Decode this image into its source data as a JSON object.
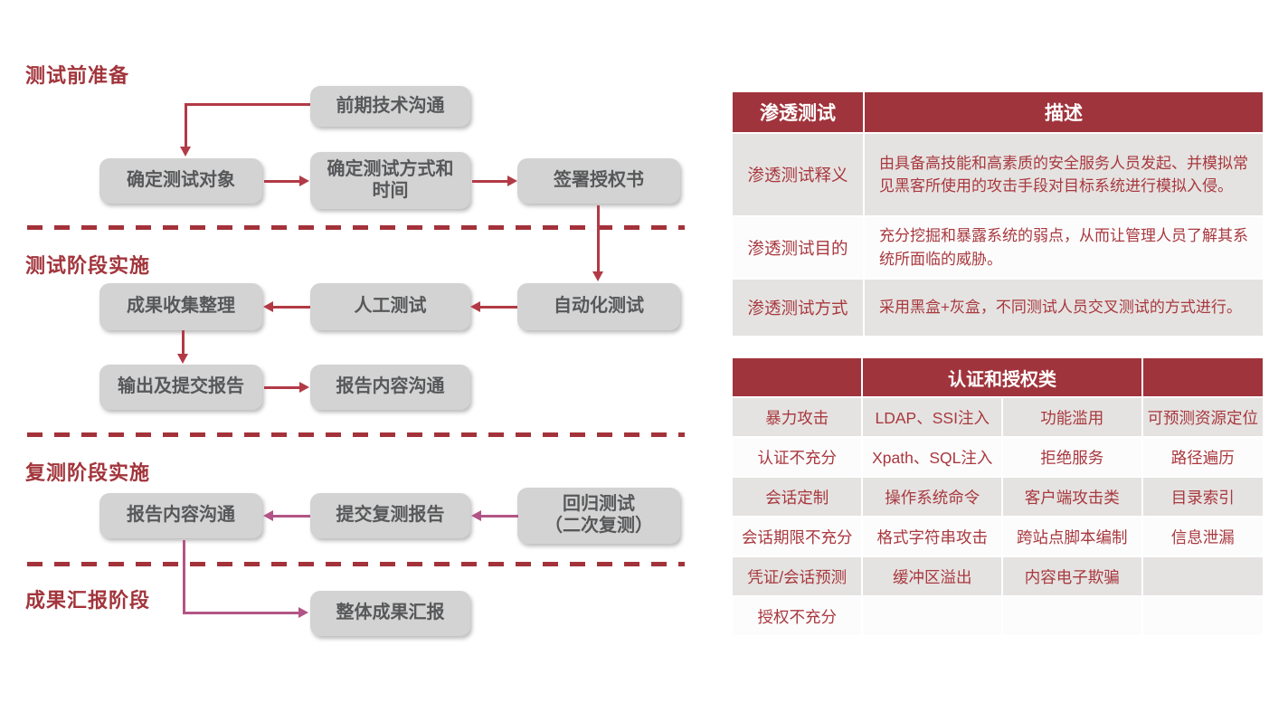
{
  "colors": {
    "header_red": "#a0343c",
    "heading_text_red": "#a2353c",
    "arrow_crimson": "#b23a46",
    "arrow_pink": "#b25586",
    "dash_red": "#a3323a",
    "box_gray": "#d3d3d3",
    "box_text_gray": "#57585a",
    "table_text_red": "#a8393f",
    "row_gray": "#e5e3e1",
    "row_white": "#fdfcfc"
  },
  "flow": {
    "sections": [
      "测试前准备",
      "测试阶段实施",
      "复测阶段实施",
      "成果汇报阶段"
    ],
    "nodes": [
      {
        "lines": [
          "前期技术沟通"
        ]
      },
      {
        "lines": [
          "确定测试对象"
        ]
      },
      {
        "lines": [
          "确定测试方式和",
          "时间"
        ]
      },
      {
        "lines": [
          "签署授权书"
        ]
      },
      {
        "lines": [
          "成果收集整理"
        ]
      },
      {
        "lines": [
          "人工测试"
        ]
      },
      {
        "lines": [
          "自动化测试"
        ]
      },
      {
        "lines": [
          "输出及提交报告"
        ]
      },
      {
        "lines": [
          "报告内容沟通"
        ]
      },
      {
        "lines": [
          "报告内容沟通"
        ]
      },
      {
        "lines": [
          "提交复测报告"
        ]
      },
      {
        "lines": [
          "回归测试",
          "（二次复测）"
        ]
      },
      {
        "lines": [
          "整体成果汇报"
        ]
      }
    ]
  },
  "table1": {
    "header": [
      "渗透测试",
      "描述"
    ],
    "rows": [
      {
        "label": "渗透测试释义",
        "desc": "由具备高技能和高素质的安全服务人员发起、并模拟常见黑客所使用的攻击手段对目标系统进行模拟入侵。"
      },
      {
        "label": "渗透测试目的",
        "desc": "充分挖掘和暴露系统的弱点，从而让管理人员了解其系统所面临的威胁。"
      },
      {
        "label": "渗透测试方式",
        "desc": "采用黑盒+灰盒，不同测试人员交叉测试的方式进行。"
      }
    ]
  },
  "table2": {
    "header_title": "认证和授权类",
    "rows": [
      [
        "暴力攻击",
        "LDAP、SSI注入",
        "功能滥用",
        "可预测资源定位"
      ],
      [
        "认证不充分",
        "Xpath、SQL注入",
        "拒绝服务",
        "路径遍历"
      ],
      [
        "会话定制",
        "操作系统命令",
        "客户端攻击类",
        "目录索引"
      ],
      [
        "会话期限不充分",
        "格式字符串攻击",
        "跨站点脚本编制",
        "信息泄漏"
      ],
      [
        "凭证/会话预测",
        "缓冲区溢出",
        "内容电子欺骗",
        ""
      ],
      [
        "授权不充分",
        "",
        "",
        ""
      ]
    ]
  }
}
